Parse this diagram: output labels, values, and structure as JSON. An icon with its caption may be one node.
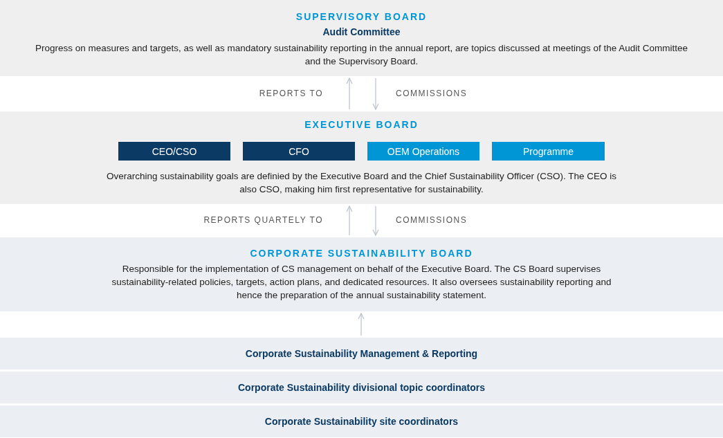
{
  "diagram": {
    "nodes": [
      {
        "text": [
          "SUPERVISORY BOARD",
          "Audit Committee",
          "Progress on measures and targets, as well as mandatory sustainability reporting in the annual report, are topics discussed at meetings of the Audit Committee and the Supervisory Board."
        ]
      },
      {
        "text": [
          "EXECUTIVE BOARD",
          "Overarching sustainability goals are definied by the Executive Board and the Chief Sustainability Officer (CSO). The CEO is also CSO, making him first representative for sustainability."
        ]
      },
      {
        "text": [
          "CEO/CSO"
        ],
        "in": 1
      },
      {
        "text": [
          "CFO"
        ],
        "in": 1
      },
      {
        "text": [
          "OEM Operations"
        ],
        "in": 1
      },
      {
        "text": [
          "Programme"
        ],
        "in": 1
      },
      {
        "text": [
          "CORPORATE SUSTAINABILITY BOARD",
          "Responsible for the implementation of CS management on behalf of the Executive Board. The CS Board supervises sustainability-related policies, targets, action plans, and dedicated resources. It also oversees sustainability reporting and hence the preparation of the annual sustainability statement."
        ]
      },
      {
        "text": [
          "Corporate Sustainability Management & Reporting"
        ]
      },
      {
        "text": [
          "Corporate Sustainability divisional topic coordinators"
        ]
      },
      {
        "text": [
          "Corporate Sustainability site coordinators"
        ]
      }
    ],
    "edges": [
      {
        "from": 1,
        "to": 0,
        "arrow": "to",
        "label": "REPORTS TO"
      },
      {
        "from": 0,
        "to": 1,
        "arrow": "to",
        "label": "COMMISSIONS"
      },
      {
        "from": 6,
        "to": 1,
        "arrow": "to",
        "label": "REPORTS QUARTELY TO"
      },
      {
        "from": 1,
        "to": 6,
        "arrow": "to",
        "label": "COMMISSIONS"
      },
      {
        "from": 7,
        "to": 6,
        "arrow": "to"
      }
    ]
  }
}
